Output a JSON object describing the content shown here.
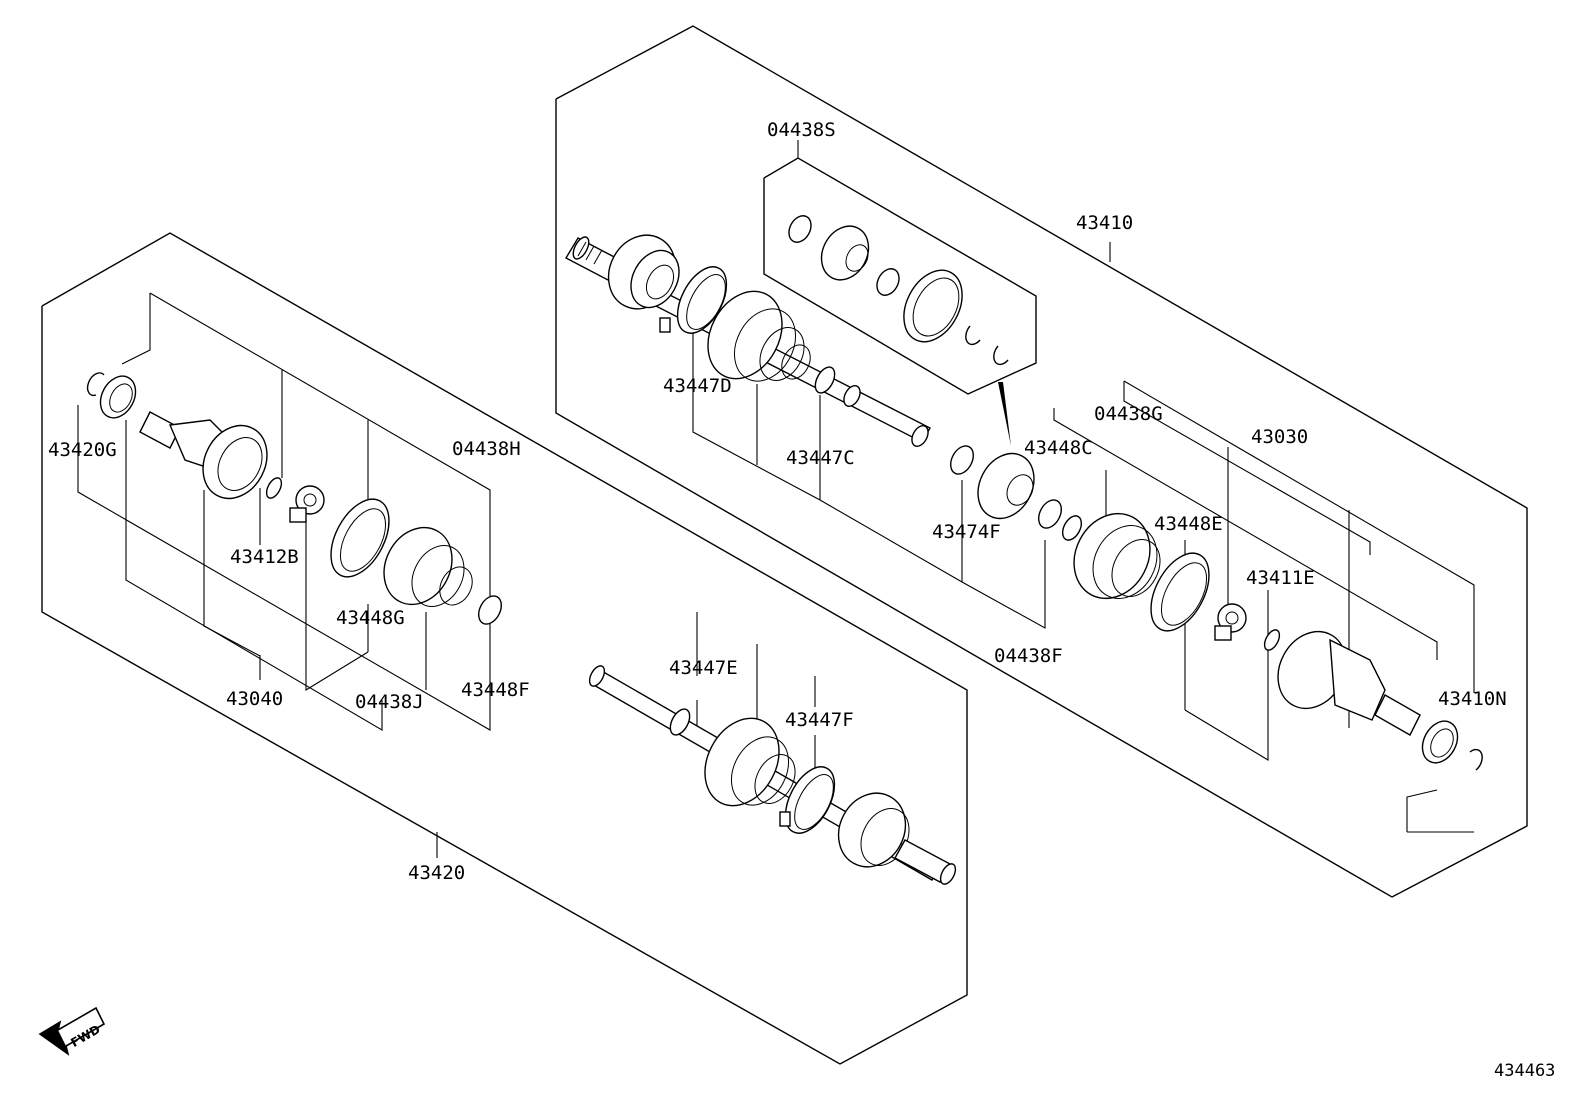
{
  "diagram": {
    "labels": {
      "p43410": "43410",
      "p04438S": "04438S",
      "p43447D": "43447D",
      "p43447C": "43447C",
      "p43474F": "43474F",
      "p43448C": "43448C",
      "p04438G": "04438G",
      "p43030": "43030",
      "p43448E": "43448E",
      "p43411E": "43411E",
      "p04438F": "04438F",
      "p43410N": "43410N",
      "p43420G": "43420G",
      "p04438H": "04438H",
      "p43412B": "43412B",
      "p43448G": "43448G",
      "p43040": "43040",
      "p04438J": "04438J",
      "p43448F": "43448F",
      "p43447E": "43447E",
      "p43447F": "43447F",
      "p43420": "43420"
    },
    "fwd_label": "FWD",
    "illustration_id": "434463"
  }
}
